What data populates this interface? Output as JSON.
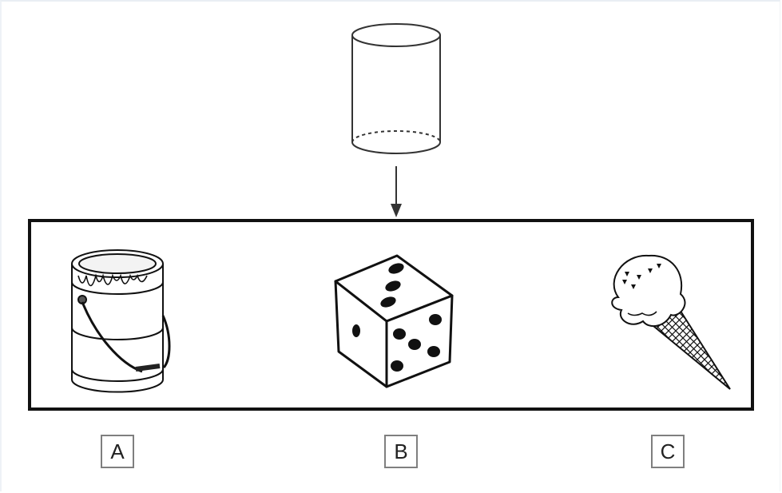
{
  "options": [
    {
      "label": "A",
      "picture": "paint-can"
    },
    {
      "label": "B",
      "picture": "die"
    },
    {
      "label": "C",
      "picture": "ice-cream-cone"
    }
  ],
  "top_figure": "cylinder",
  "colors": {
    "stroke": "#111111",
    "label_border": "#7f7f7f",
    "background": "#ffffff"
  }
}
